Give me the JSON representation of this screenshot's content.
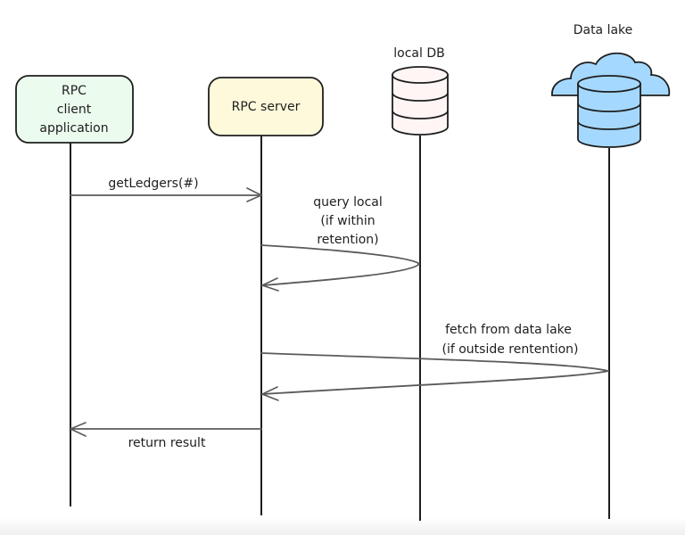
{
  "participants": {
    "client": {
      "lines": [
        "RPC",
        "client",
        "application"
      ],
      "fill": "#ebfbee"
    },
    "server": {
      "label": "RPC server",
      "fill": "#fff9db"
    },
    "local_db": {
      "label": "local DB",
      "fill": "#fff5f5",
      "icon": "database-icon"
    },
    "data_lake": {
      "label": "Data lake",
      "fill": "#a5d8ff",
      "icon": "cloud-database-icon"
    }
  },
  "messages": [
    {
      "from": "RPC client application",
      "to": "RPC server",
      "lines": [
        "getLedgers(#)"
      ]
    },
    {
      "from": "RPC server",
      "to": "local DB",
      "lines": [
        "query local",
        "(if within",
        "retention)"
      ]
    },
    {
      "from": "RPC server",
      "to": "Data lake",
      "lines": [
        "fetch from data lake",
        "(if outside rentention)"
      ]
    },
    {
      "from": "RPC server",
      "to": "RPC client application",
      "lines": [
        "return result"
      ]
    }
  ],
  "colors": {
    "stroke": "#1e1e1e",
    "arrow": "#5a5a5a"
  }
}
